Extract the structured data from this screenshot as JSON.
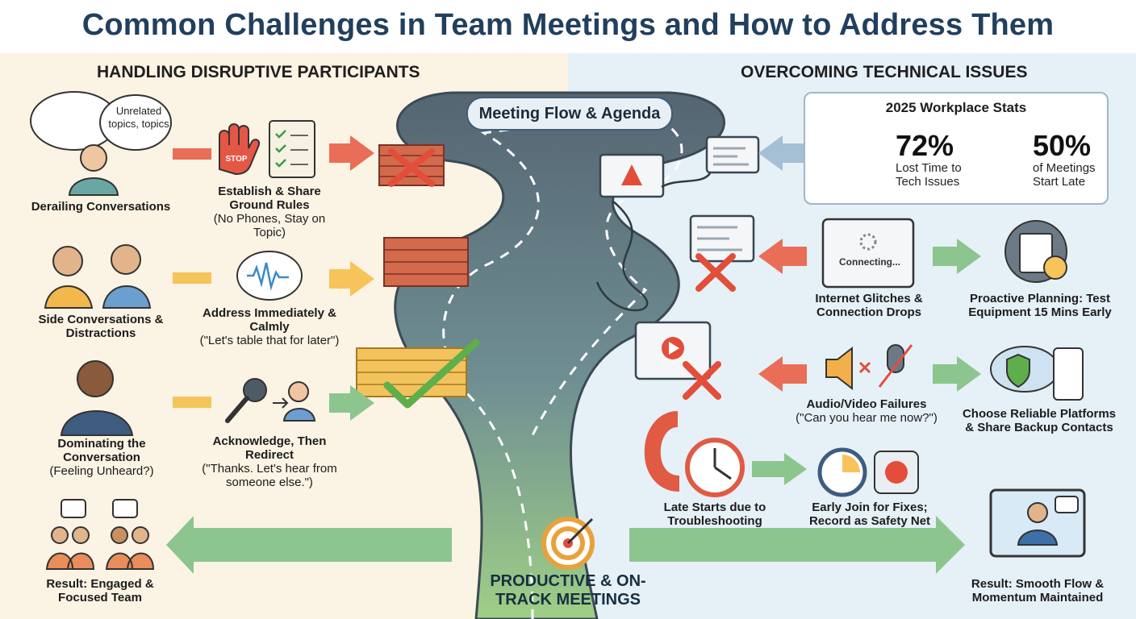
{
  "title": "Common Challenges in Team Meetings and How to Address Them",
  "left_section": {
    "heading": "HANDLING DISRUPTIVE PARTICIPANTS",
    "bubble_text": "Unrelated topics, topics",
    "stop_sign": "STOP",
    "challenges": [
      {
        "title": "Derailing Conversations",
        "note": ""
      },
      {
        "title": "Side Conversations & Distractions",
        "note": ""
      },
      {
        "title": "Dominating the Conversation",
        "note": "(Feeling Unheard?)"
      }
    ],
    "solutions": [
      {
        "title": "Establish & Share Ground Rules",
        "note": "(No Phones, Stay on Topic)"
      },
      {
        "title": "Address Immediately & Calmly",
        "note": "(\"Let's table that for later\")"
      },
      {
        "title": "Acknowledge, Then Redirect",
        "note": "(\"Thanks. Let's hear from someone else.\")"
      }
    ],
    "result": "Result: Engaged & Focused Team"
  },
  "center": {
    "badge": "Meeting Flow & Agenda",
    "outcome": "PRODUCTIVE & ON-TRACK MEETINGS"
  },
  "right_section": {
    "heading": "OVERCOMING TECHNICAL ISSUES",
    "stats": {
      "title": "2025 Workplace Stats",
      "stat1_value": "72%",
      "stat1_label": "Lost Time to Tech Issues",
      "stat1_fraction": 0.72,
      "stat2_value": "50%",
      "stat2_label": "of Meetings Start Late",
      "stat2_fraction": 0.5
    },
    "connecting_text": "Connecting...",
    "issues": [
      {
        "title": "Internet Glitches & Connection Drops",
        "note": ""
      },
      {
        "title": "Audio/Video Failures",
        "note": "(\"Can you hear me now?\")"
      },
      {
        "title": "Late Starts due to Troubleshooting",
        "note": ""
      }
    ],
    "fixes": [
      {
        "title": "Proactive Planning: Test Equipment 15 Mins Early"
      },
      {
        "title": "Choose Reliable Platforms & Share Backup Contacts"
      },
      {
        "title": "Early Join for Fixes; Record as Safety Net"
      }
    ],
    "result": "Result: Smooth Flow & Momentum Maintained"
  },
  "colors": {
    "title": "#213f5e",
    "left_bg": "#fbf3e3",
    "right_bg": "#e6f0f7",
    "road": "#5b6b78",
    "red_arrow": "#ea6e57",
    "yellow_arrow": "#f6c45a",
    "green_arrow": "#8cc58e",
    "blue_arrow": "#a5bfd4",
    "pie_red": "#e5493d"
  }
}
